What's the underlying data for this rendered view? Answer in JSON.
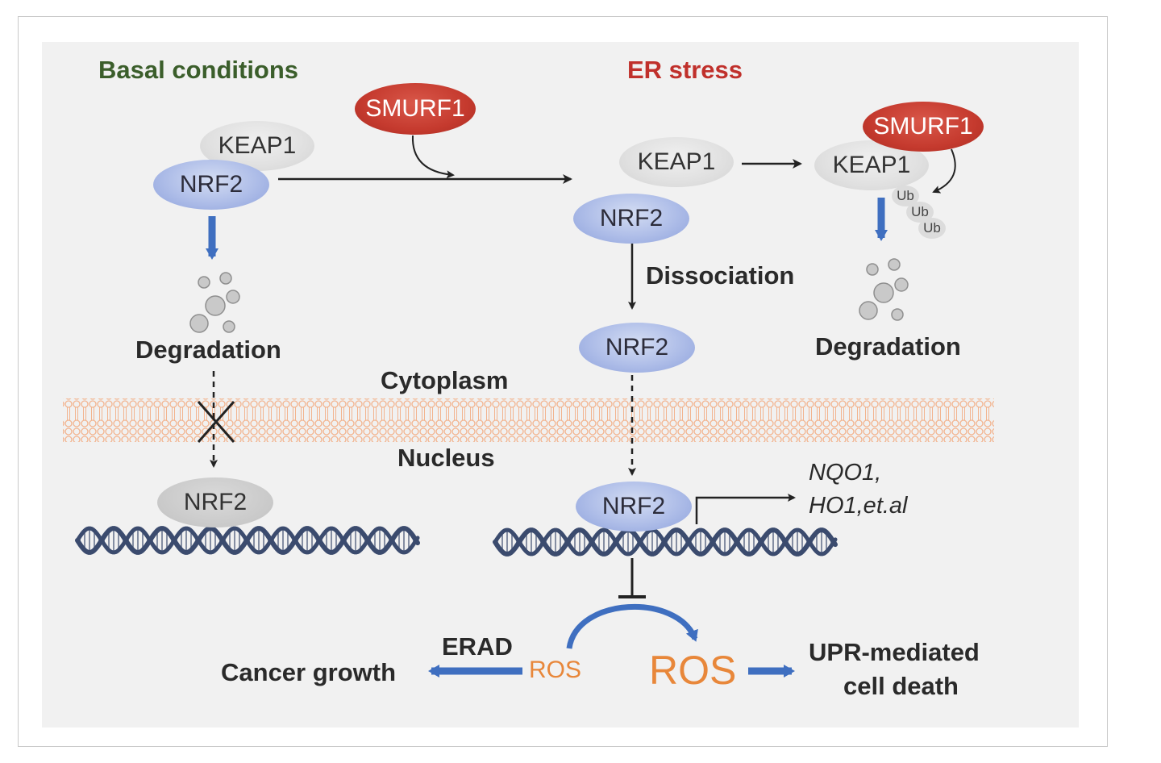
{
  "titles": {
    "basal": "Basal conditions",
    "basal_color": "#3b5e2b",
    "er_stress": "ER stress",
    "er_color": "#c0302b"
  },
  "proteins": {
    "smurf1": "SMURF1",
    "keap1": "KEAP1",
    "nrf2": "NRF2",
    "ub": "Ub"
  },
  "labels": {
    "degradation": "Degradation",
    "dissociation": "Dissociation",
    "cytoplasm": "Cytoplasm",
    "nucleus": "Nucleus",
    "target_genes_line1": "NQO1,",
    "target_genes_line2": "HO1,et.al",
    "erad": "ERAD",
    "cancer_growth": "Cancer growth",
    "ros": "ROS",
    "upr_line1": "UPR-mediated",
    "upr_line2": "cell death"
  },
  "colors": {
    "arrow_blue": "#3f6fc0",
    "ros_orange": "#e8873a",
    "dna": "#3b4b6e",
    "membrane": "#f2b48f"
  }
}
